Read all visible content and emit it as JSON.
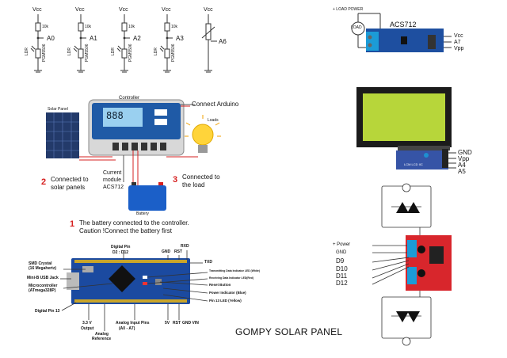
{
  "sensors": {
    "vcc": "Vcc",
    "r10k": "10k",
    "ldr": "LDR",
    "part": "PGM5506",
    "pins": [
      "A0",
      "A1",
      "A2",
      "A3"
    ],
    "temp_pin": "A6"
  },
  "acs": {
    "load_power": "+ LOAD POWER",
    "load": "LOAD",
    "title": "ACS712",
    "pins": [
      "Vcc",
      "A7",
      "Vpp"
    ]
  },
  "lcd": {
    "pins": [
      "GND",
      "Vpp",
      "A4",
      "A5"
    ],
    "board_text": "LCM LCD IIC"
  },
  "solar": {
    "controller": "Controller",
    "solar_panel": "Solar Panel",
    "screen_value": "888",
    "connect_arduino": "Connect Arduino",
    "loads": "Loads",
    "current_module": [
      "Current",
      "module",
      "ACS712"
    ],
    "battery": "Battery",
    "n1": "1",
    "n2": "2",
    "n3": "3",
    "connected_panels": [
      "Connected to",
      "solar panels"
    ],
    "connected_load": [
      "Connected to",
      "the load"
    ],
    "battery_note": [
      "The battery connected to the controller.",
      "Caution !Connect the battery first"
    ]
  },
  "nano": {
    "digital_pin_top": [
      "Digital Pin",
      "D2 : D12"
    ],
    "gnd": "GND",
    "rst": "RST",
    "rxd": "RXD",
    "txd": "TXD",
    "smd_crystal": [
      "SMD Crystal",
      "(16 Megahertz)"
    ],
    "mini_usb": "Mini-B USB Jack",
    "micro": [
      "Microcontroller",
      "(ATmega328P)"
    ],
    "tx_led": "Transmitting Data Indicator LED (White)",
    "rx_led": "Receiving Data Indicator LED(Red)",
    "reset": "Reset Button",
    "power_led": "Power Indicator (Blue)",
    "pin13_led": "Pin 13 LED (Yellow)",
    "digital13": "Digital Pin 13",
    "v33": [
      "3.3 V",
      "Output"
    ],
    "analog_ref": [
      "Analog",
      "Reference"
    ],
    "analog_in": [
      "Analog Input Pins",
      "(A0 - A7)"
    ],
    "v5": "5V",
    "rst2": "RST",
    "gnd_vin": "GND VIN"
  },
  "title": "GOMPY SOLAR PANEL",
  "motor": {
    "labels": [
      "+ Power",
      "GND",
      "D9",
      "D10",
      "D11",
      "D12"
    ]
  },
  "colors": {
    "controller_blue": "#1f5aa6",
    "lcd_green": "#b7d63a",
    "acs_blue": "#1e4fa0",
    "driver_red": "#d8262c",
    "terminal_blue": "#1c9bd7",
    "accent_red": "#d62020"
  }
}
